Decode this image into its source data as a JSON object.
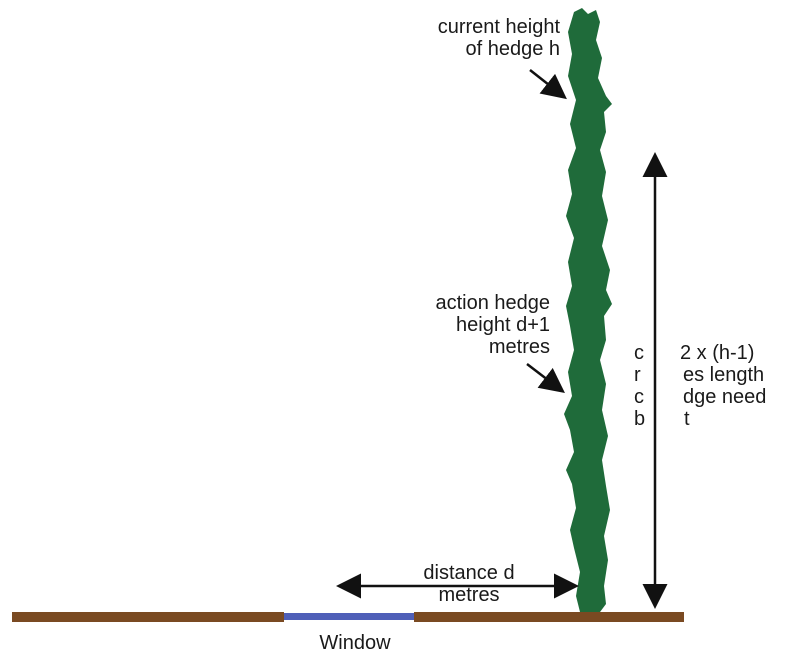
{
  "diagram": {
    "labels": {
      "current_height": "current height\nof hedge h",
      "action_height": "action hedge\nheight d+1\nmetres",
      "reduction_line1": "c",
      "reduction_line1b": "2 x (h-1)",
      "reduction_line2a": "r",
      "reduction_line2b": "es length",
      "reduction_line3a": "c",
      "reduction_line3b": "dge need",
      "reduction_line4a": "b",
      "reduction_line4b": "t",
      "distance": "distance d\nmetres",
      "window": "Window"
    },
    "colors": {
      "hedge": "#1f6b3a",
      "ground": "#7a4a22",
      "window": "#4f5fb8",
      "arrow": "#111111",
      "text": "#1a1a1a"
    },
    "icons": {
      "hedge": "hedge-shape",
      "arrows": "arrow-head"
    }
  }
}
